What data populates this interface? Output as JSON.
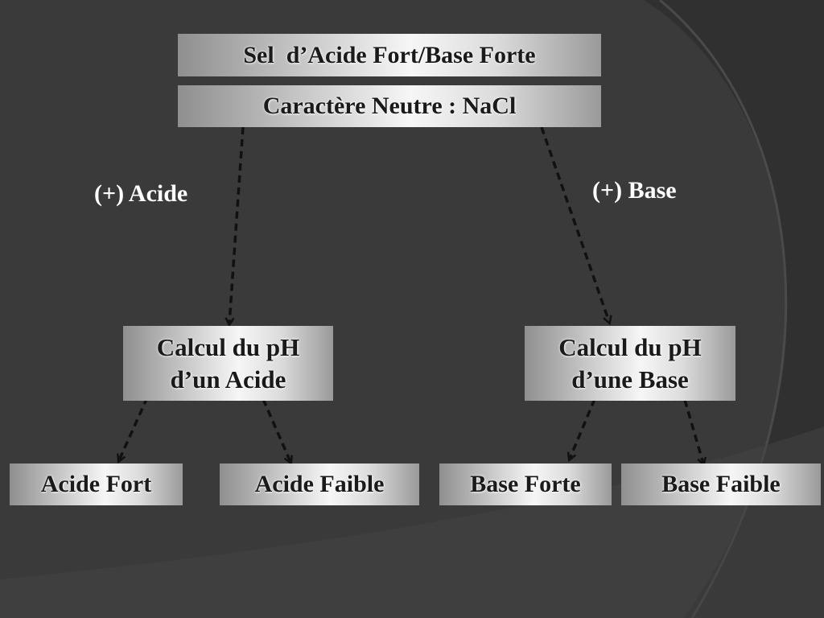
{
  "colors": {
    "background": "#3a3a3a",
    "arc_dark": "#2f2f2f",
    "arc_light": "#4a4a4a",
    "box_light": "#f6f6f6",
    "box_dark": "#8f8f8f",
    "text_dark": "#1a1a1a",
    "label_text": "#ffffff",
    "arrow": "#1a1a1a"
  },
  "diagram": {
    "root": {
      "title": "Sel  d’Acide Fort/Base Forte",
      "subtitle": "Caractère Neutre : NaCl"
    },
    "branch_labels": {
      "acid": "(+) Acide",
      "base": "(+) Base"
    },
    "acid_node": {
      "line1": "Calcul du pH",
      "line2": "d’un Acide"
    },
    "base_node": {
      "line1": "Calcul du pH",
      "line2": "d’une Base"
    },
    "leaves": {
      "acide_fort": "Acide Fort",
      "acide_faible": "Acide Faible",
      "base_forte": "Base Forte",
      "base_faible": "Base Faible"
    }
  }
}
